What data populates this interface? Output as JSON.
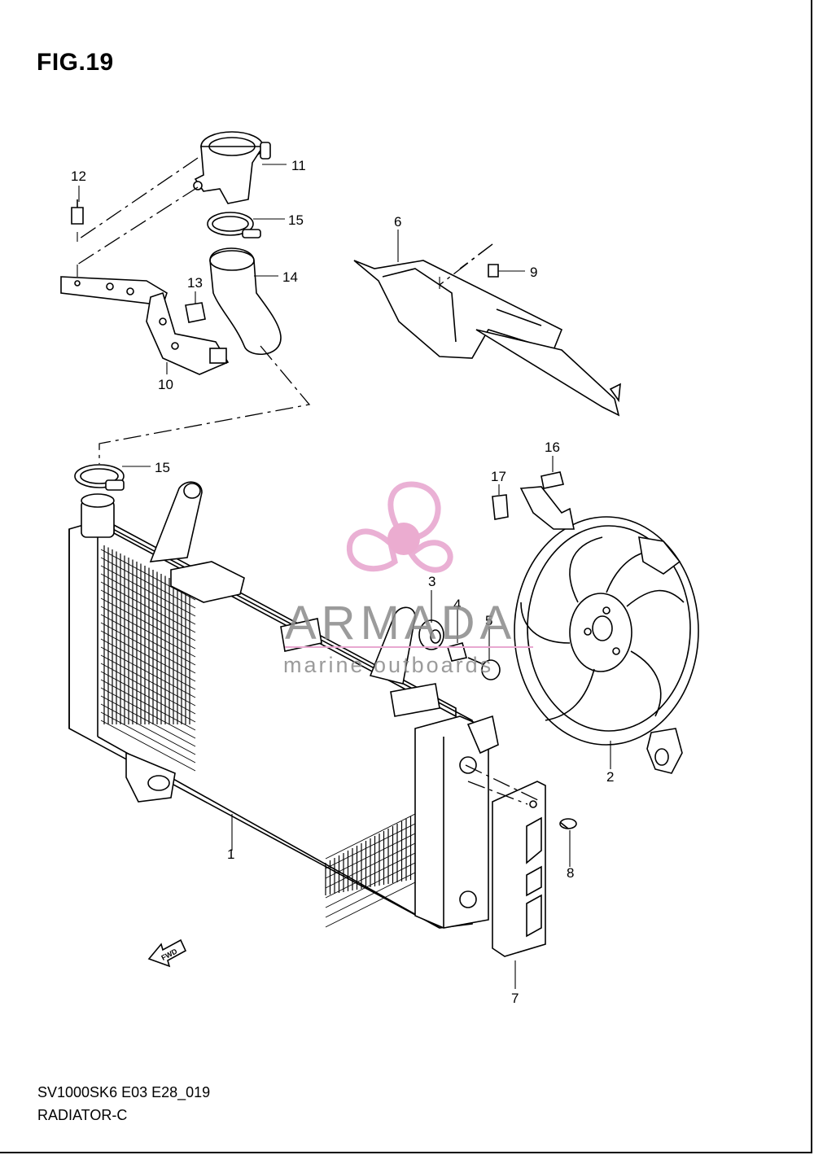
{
  "figure": {
    "title": "FIG.19",
    "code": "SV1000SK6 E03 E28_019",
    "name": "RADIATOR-C"
  },
  "direction_marker": "FWD",
  "watermark": {
    "brand": "ARMADA",
    "tagline": "marine outboards",
    "logo_color": "#e8a8d0",
    "logo_center_color": "#e9a4cb"
  },
  "callouts": [
    {
      "id": "c1",
      "label": "1"
    },
    {
      "id": "c2",
      "label": "2"
    },
    {
      "id": "c3",
      "label": "3"
    },
    {
      "id": "c4",
      "label": "4"
    },
    {
      "id": "c5",
      "label": "5"
    },
    {
      "id": "c6",
      "label": "6"
    },
    {
      "id": "c7",
      "label": "7"
    },
    {
      "id": "c8",
      "label": "8"
    },
    {
      "id": "c9",
      "label": "9"
    },
    {
      "id": "c10",
      "label": "10"
    },
    {
      "id": "c11",
      "label": "11"
    },
    {
      "id": "c12",
      "label": "12"
    },
    {
      "id": "c13",
      "label": "13"
    },
    {
      "id": "c14",
      "label": "14"
    },
    {
      "id": "c15a",
      "label": "15"
    },
    {
      "id": "c15b",
      "label": "15"
    },
    {
      "id": "c16",
      "label": "16"
    },
    {
      "id": "c17",
      "label": "17"
    }
  ]
}
